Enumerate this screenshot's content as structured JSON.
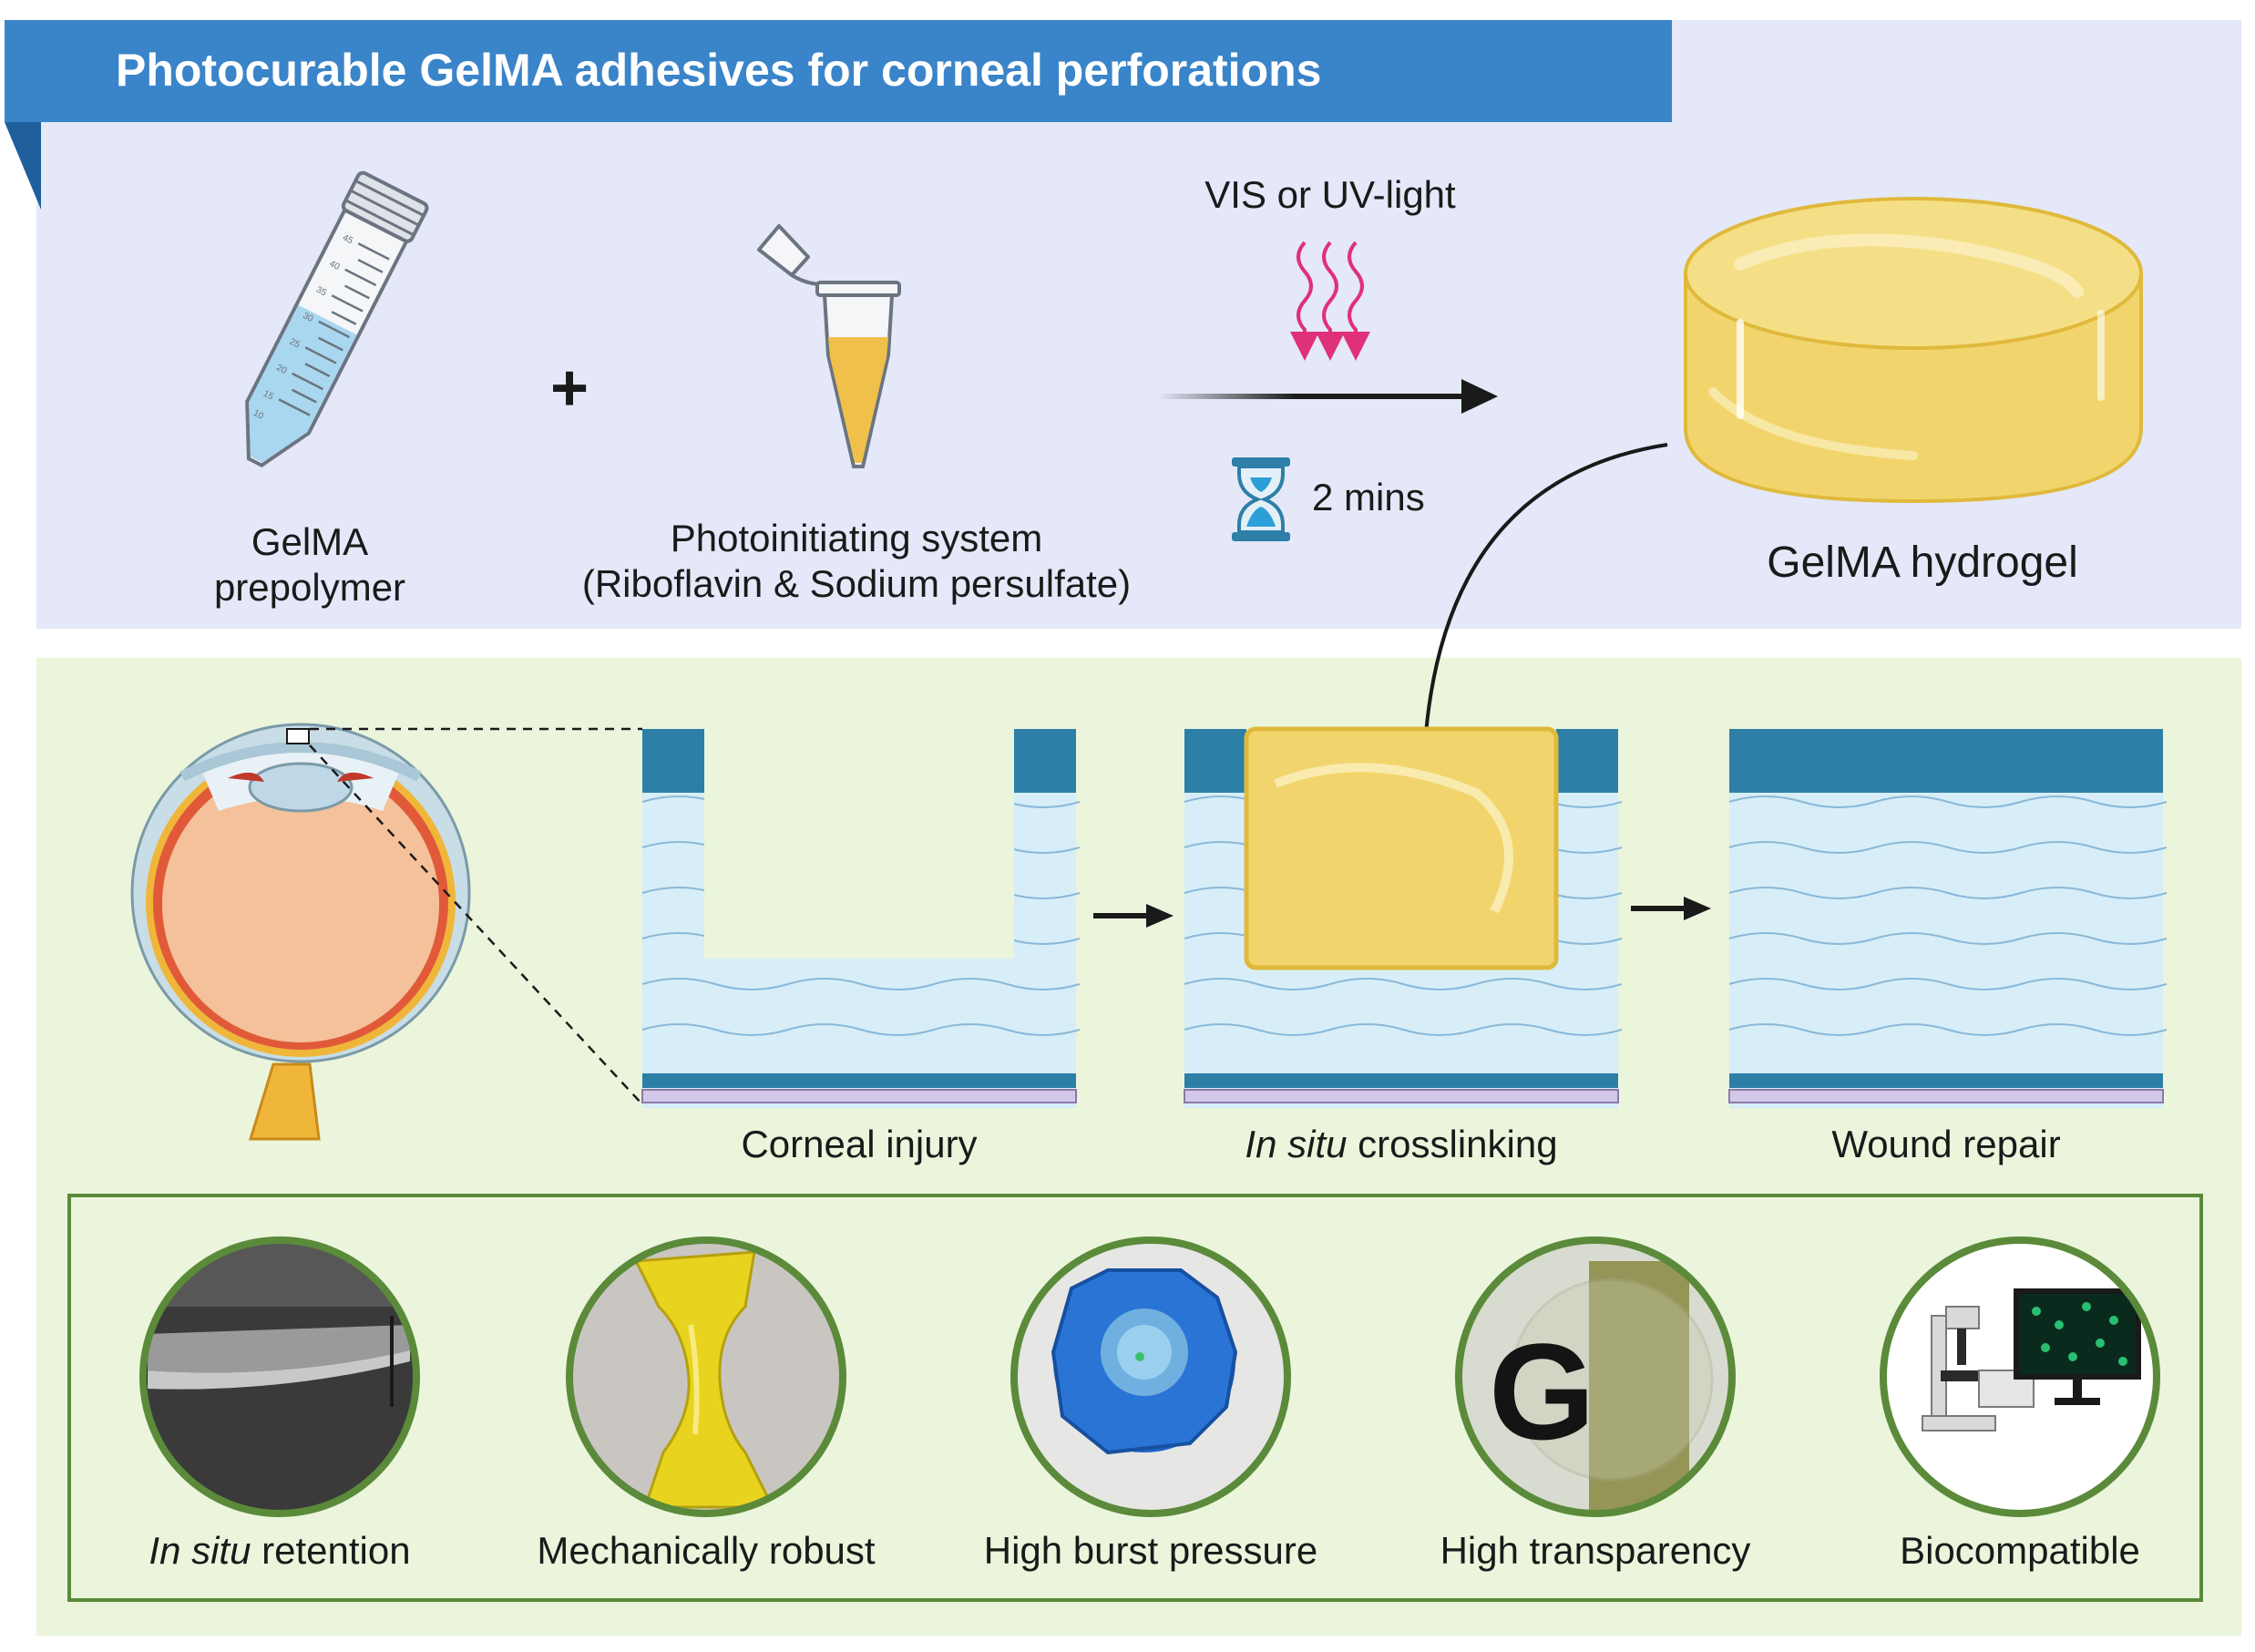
{
  "title": "Photocurable GelMA adhesives for corneal perforations",
  "synthesis": {
    "prepolymer_label_line1": "GelMA",
    "prepolymer_label_line2": "prepolymer",
    "plus_sign": "+",
    "photoinitiator_label_line1": "Photoinitiating system",
    "photoinitiator_label_line2": "(Riboflavin & Sodium persulfate)",
    "light_label": "VIS or UV-light",
    "time_label": "2 mins",
    "hydrogel_label": "GelMA hydrogel"
  },
  "process": {
    "step1_label": "Corneal injury",
    "step2_label_italic": "In situ",
    "step2_label_rest": " crosslinking",
    "step3_label": "Wound repair"
  },
  "properties": [
    {
      "italic": "In situ",
      "rest": " retention"
    },
    {
      "italic": "",
      "rest": "Mechanically robust"
    },
    {
      "italic": "",
      "rest": "High burst pressure"
    },
    {
      "italic": "",
      "rest": "High transparency"
    },
    {
      "italic": "",
      "rest": "Biocompatible"
    }
  ],
  "tube_scale": [
    "45",
    "40",
    "35",
    "30",
    "25",
    "20",
    "15",
    "10"
  ],
  "transparency_photo_letter": "G",
  "colors": {
    "banner": "#3a84c9",
    "top_panel": "#e4e8f8",
    "bottom_panel": "#ebf5dc",
    "border_green": "#5a8a3a",
    "gel_yellow": "#f1d56c",
    "epithelium": "#2d7fa8",
    "light_rays": "#e0307a"
  }
}
